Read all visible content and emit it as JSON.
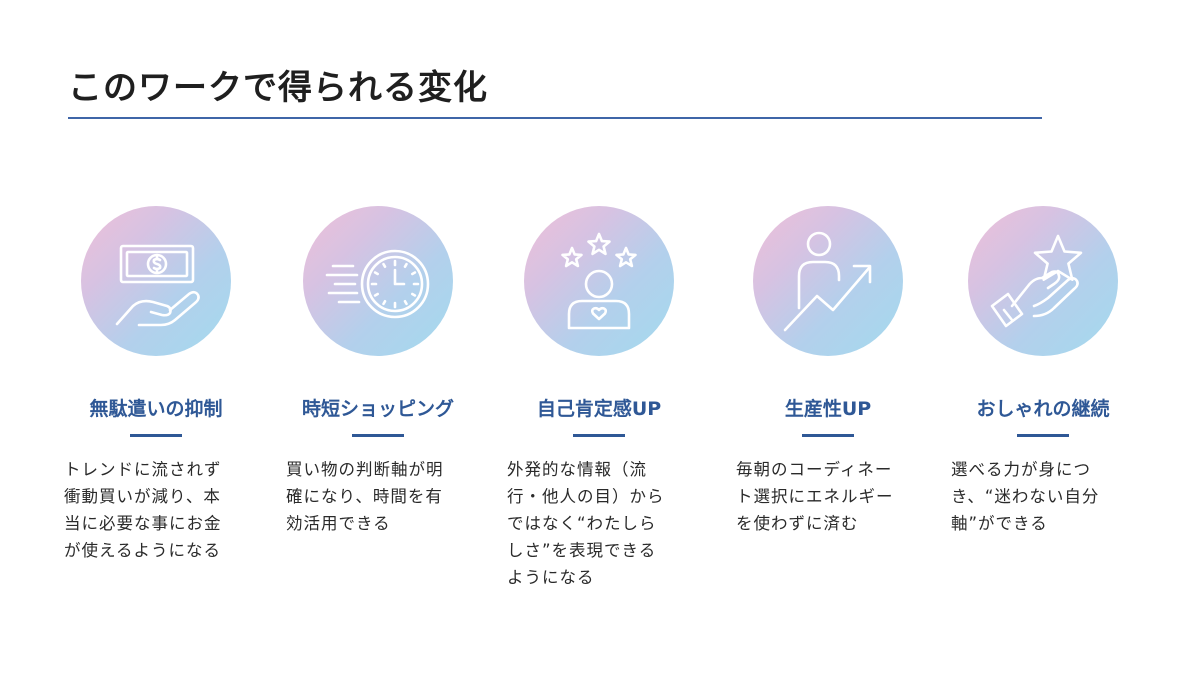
{
  "slide": {
    "title": "このワークで得られる変化",
    "accent_color": "#2f5896",
    "rule_color": "#3f66a8",
    "circle_gradient": [
      "#efc0d8",
      "#d7c2e2",
      "#b3d0ec",
      "#a3daee"
    ]
  },
  "items": [
    {
      "icon": "money-in-hand-icon",
      "title": "無駄遣いの抑制",
      "description": "トレンドに流されず\n衝動買いが減り、本\n当に必要な事にお金\nが使えるようになる"
    },
    {
      "icon": "fast-clock-icon",
      "title": "時短ショッピング",
      "description": "買い物の判断軸が明\n確になり、時間を有\n効活用できる"
    },
    {
      "icon": "person-with-stars-icon",
      "title": "自己肯定感UP",
      "description": "外発的な情報（流\n行・他人の目）から\nではなく“わたしら\nしさ”を表現できる\nようになる"
    },
    {
      "icon": "person-growth-arrow-icon",
      "title": "生産性UP",
      "description": "毎朝のコーディネー\nト選択にエネルギー\nを使わずに済む"
    },
    {
      "icon": "hand-holding-star-icon",
      "title": "おしゃれの継続",
      "description": "選べる力が身につ\nき、“迷わない自分\n軸”ができる"
    }
  ]
}
